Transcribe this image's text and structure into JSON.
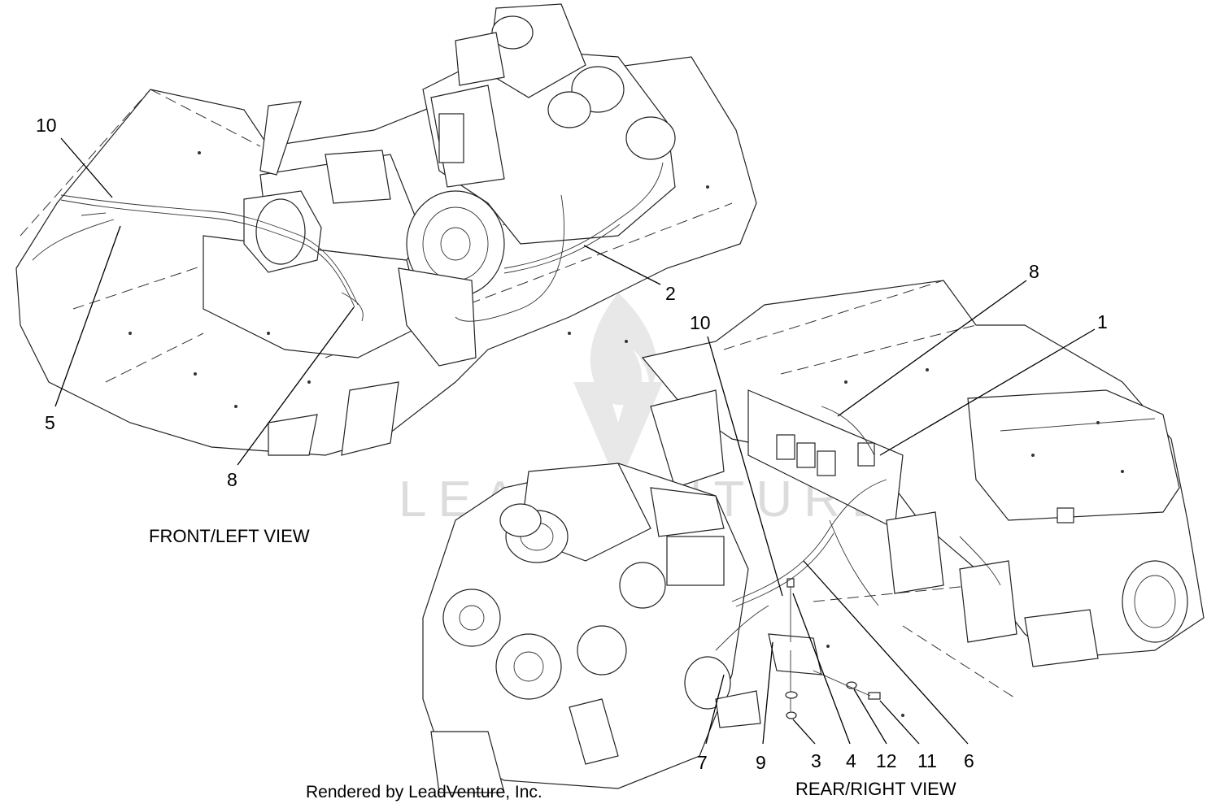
{
  "views": {
    "front_left": {
      "title": "FRONT/LEFT VIEW"
    },
    "rear_right": {
      "title": "REAR/RIGHT VIEW"
    }
  },
  "credit": "Rendered by LeadVenture, Inc.",
  "watermark": {
    "text": "LEADVENTURE",
    "color": "#d9d9d9"
  },
  "callouts": {
    "fl_10": "10",
    "fl_5": "5",
    "fl_8": "8",
    "fl_2": "2",
    "rr_8": "8",
    "rr_1": "1",
    "rr_10": "10",
    "rr_7": "7",
    "rr_9": "9",
    "rr_3": "3",
    "rr_4": "4",
    "rr_12": "12",
    "rr_11": "11",
    "rr_6": "6"
  }
}
